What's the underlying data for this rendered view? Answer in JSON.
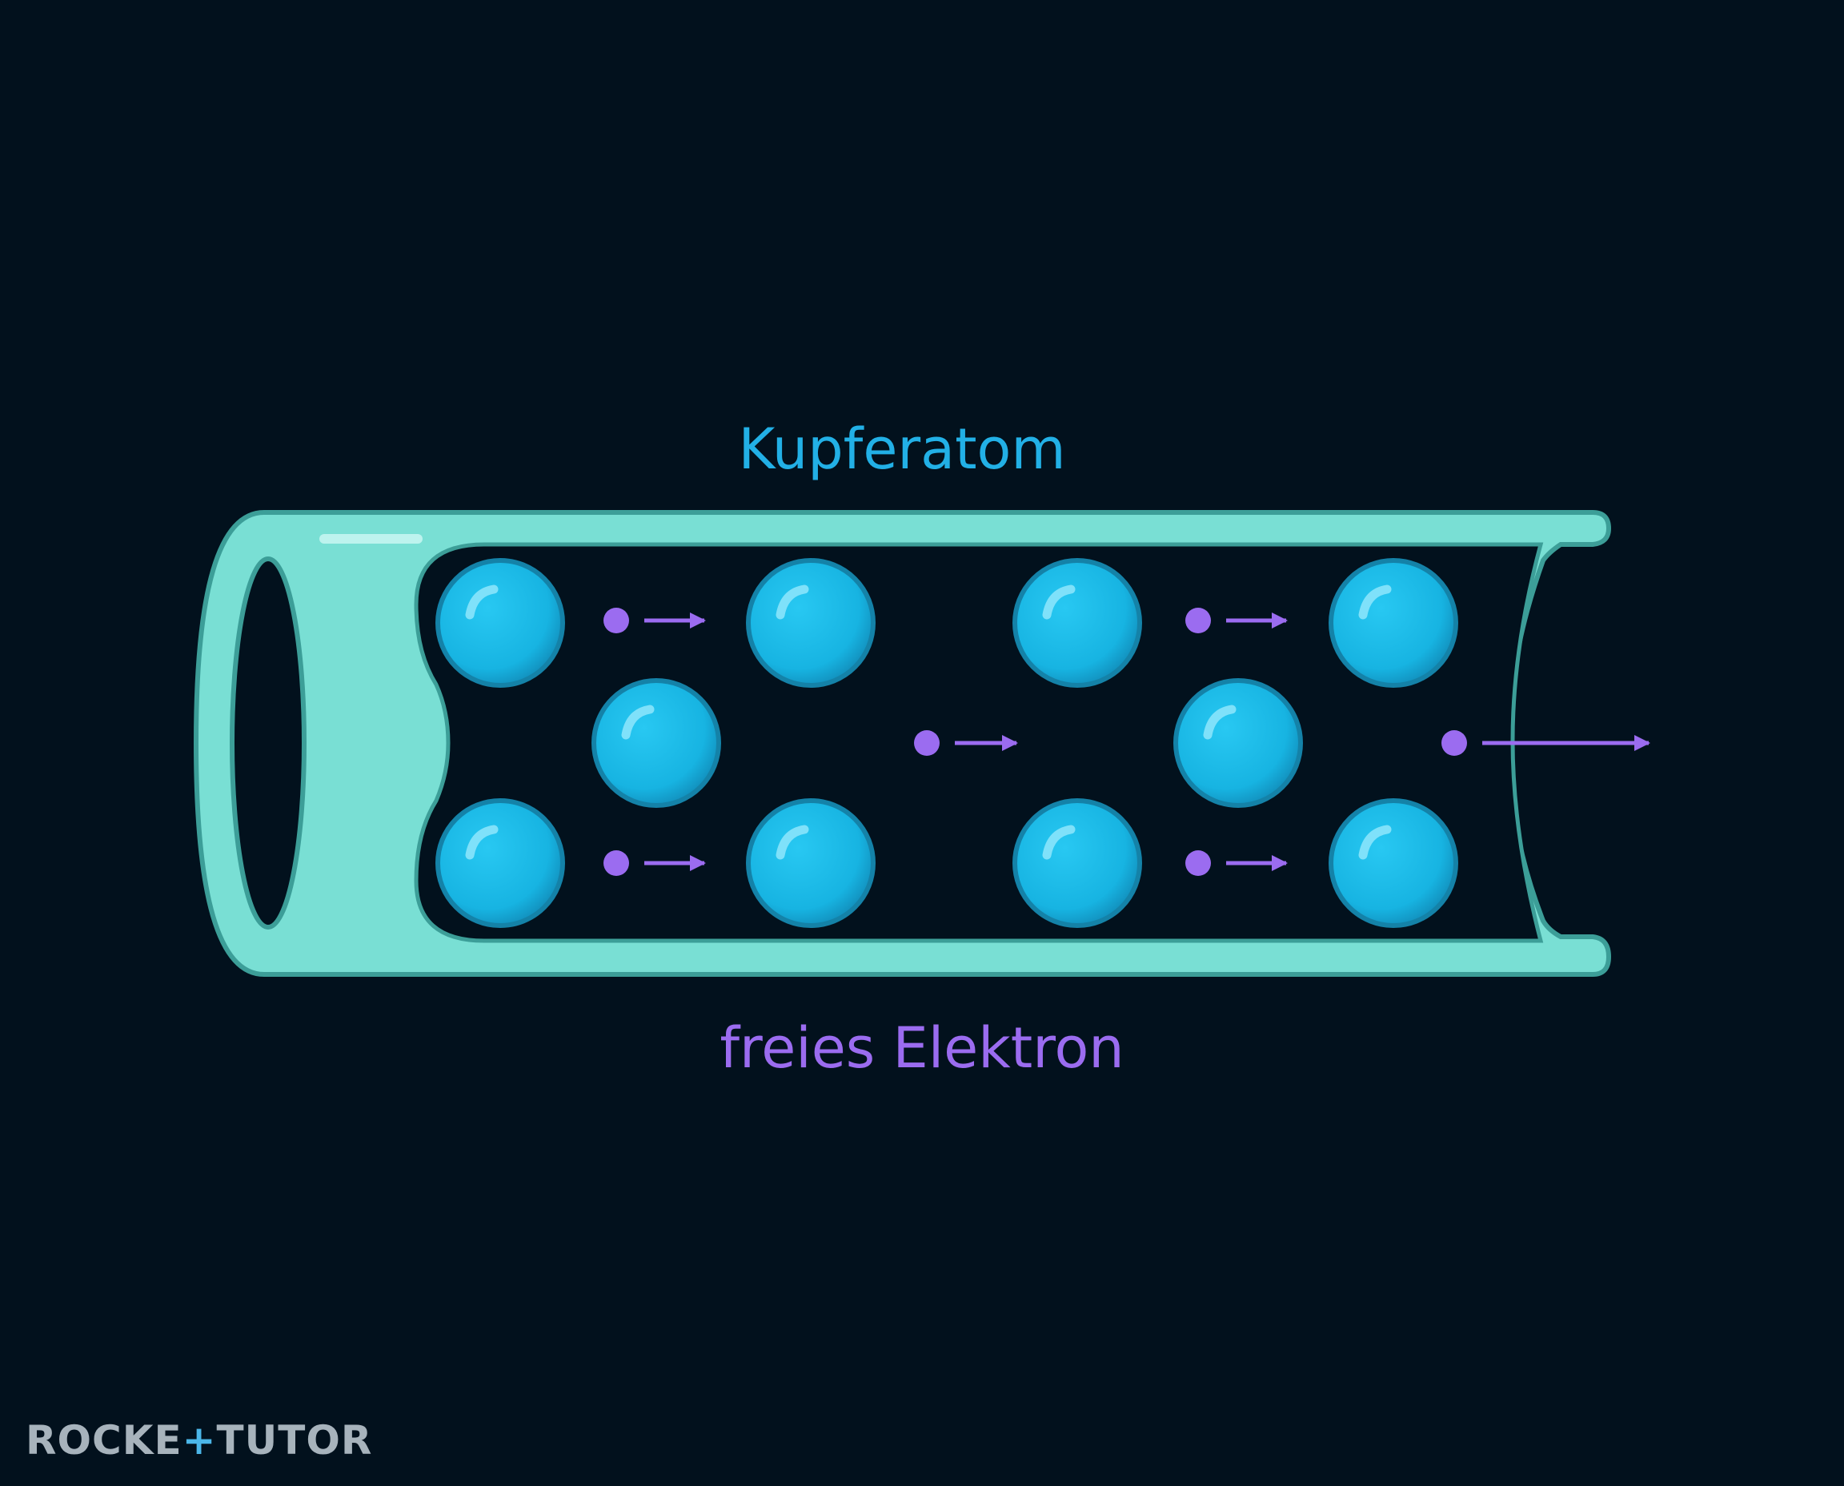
{
  "labels": {
    "atom": "Kupferatom",
    "electron": "freies Elektron"
  },
  "logo": {
    "part1": "ROCKE",
    "plus": "+",
    "part2": "TUTOR"
  },
  "colors": {
    "background": "#02111d",
    "tube_fill": "#79dfd4",
    "tube_stroke": "#3c9e98",
    "atom_fill": "#1bbde9",
    "atom_stroke": "#1482a8",
    "electron": "#9b6cf0",
    "atom_label": "#22b0e6",
    "electron_label": "#9b6cf0"
  },
  "icons": [
    "copper-atom-icon",
    "electron-dot-icon",
    "arrow-right-icon"
  ]
}
